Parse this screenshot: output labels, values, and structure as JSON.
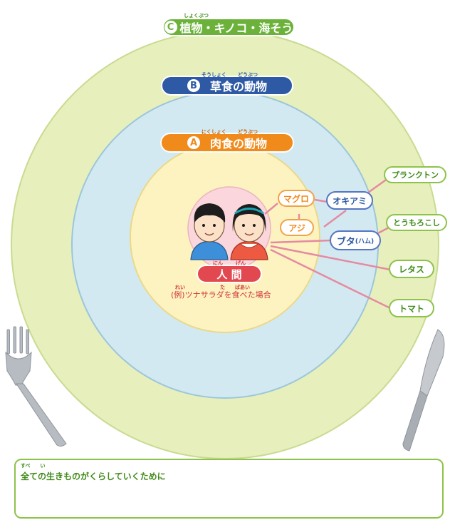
{
  "layers": {
    "c": {
      "letter": "C",
      "label": "植物・キノコ・海そう",
      "ruby": "しょくぶつ"
    },
    "b": {
      "letter": "B",
      "label": "草食の動物",
      "ruby1": "そうしょく",
      "ruby2": "どうぶつ"
    },
    "a": {
      "letter": "A",
      "label": "肉食の動物",
      "ruby1": "にくしょく",
      "ruby2": "どうぶつ"
    }
  },
  "center": {
    "label": "人 間",
    "ruby1": "にん",
    "ruby2": "げん",
    "example": "(例)ツナサラダを食べた場合",
    "example_ruby": "れい　　　　　　　た　　ばあい"
  },
  "nodes": {
    "maguro": "マグロ",
    "aji": "アジ",
    "okiami": "オキアミ",
    "buta": "ブタ",
    "buta_sub": "(ハム)",
    "plankton": "プランクトン",
    "corn": "とうもろこし",
    "lettuce": "レタス",
    "tomato": "トマト"
  },
  "footer": {
    "text": "全ての生きものがくらしていくために",
    "ruby": "すべ　　い"
  },
  "colors": {
    "outer": "#e7efbc",
    "middle": "#d3e9f1",
    "inner": "#fdf3c0",
    "core": "#fbd6dc",
    "c_badge": "#6cb23a",
    "b_badge": "#2e59a4",
    "a_badge": "#ef8a1b",
    "human_badge": "#e2484f"
  }
}
